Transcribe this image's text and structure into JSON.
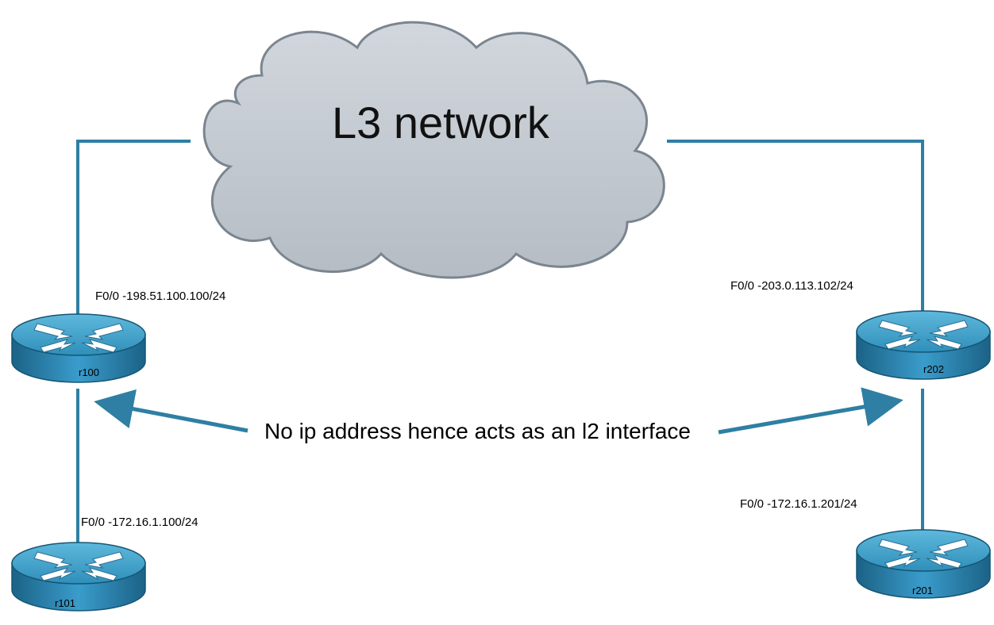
{
  "cloud": {
    "label": "L3 network"
  },
  "routers": [
    {
      "id": "r100",
      "name": "r100",
      "interface": "F0/0 -198.51.100.100/24"
    },
    {
      "id": "r101",
      "name": "r101",
      "interface": "F0/0 -172.16.1.100/24"
    },
    {
      "id": "r202",
      "name": "r202",
      "interface": "F0/0 -203.0.113.102/24"
    },
    {
      "id": "r201",
      "name": "r201",
      "interface": "F0/0 -172.16.1.201/24"
    }
  ],
  "annotation": {
    "text": "No ip address hence acts as an l2 interface"
  },
  "colors": {
    "link": "#2e7fa3",
    "cloud_fill": "#c6ccd3",
    "cloud_stroke": "#7b8590",
    "router_top": "#3aa0c9",
    "router_side": "#1f6d92",
    "arrow": "#2e7fa3"
  }
}
